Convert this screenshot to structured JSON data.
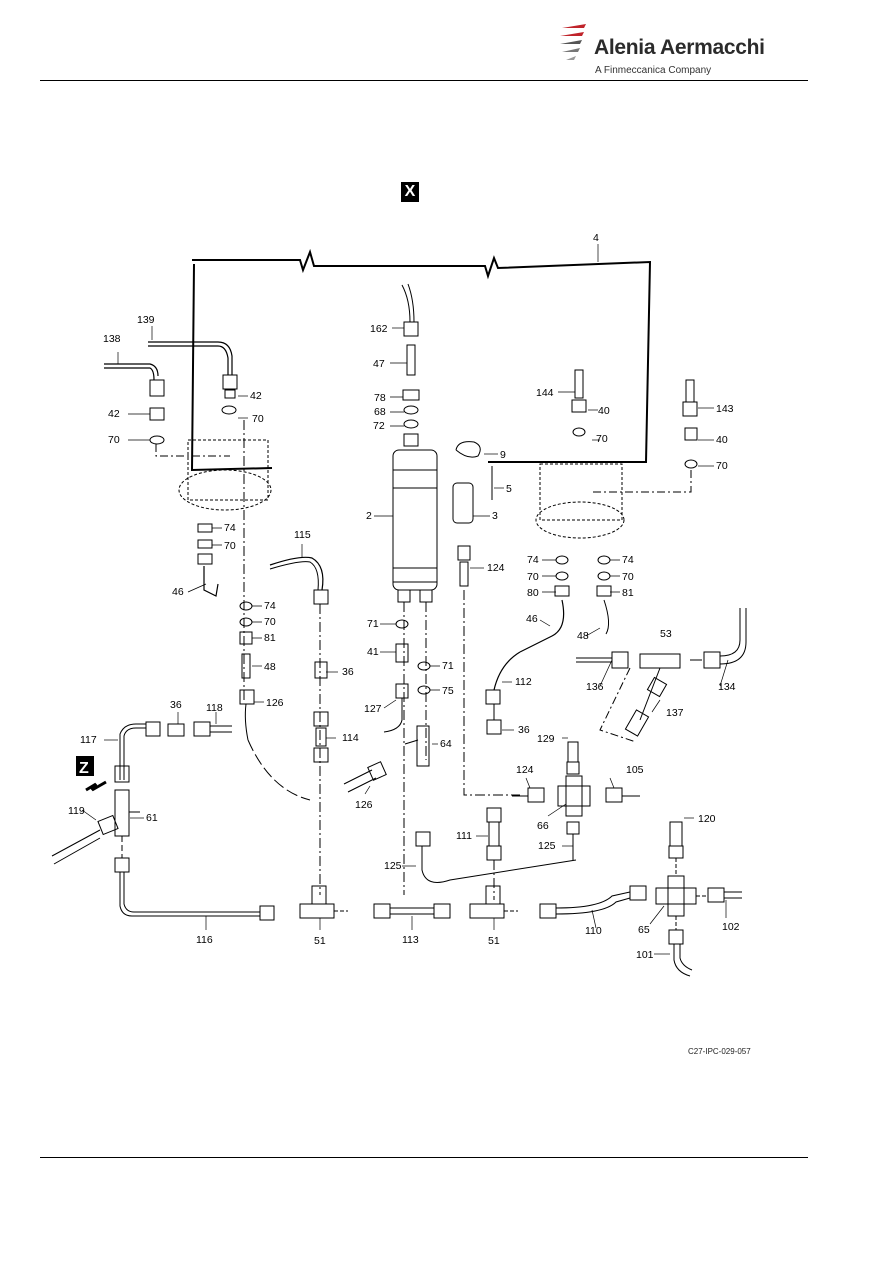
{
  "header": {
    "brand": "Alenia Aermacchi",
    "tagline": "A Finmeccanica Company"
  },
  "view_tag": "X",
  "figure_code": "C27-IPC-029-057",
  "callouts": {
    "c4": "4",
    "c139": "139",
    "c138": "138",
    "c162": "162",
    "c47": "47",
    "c42a": "42",
    "c42b": "42",
    "c70a": "70",
    "c70b": "70",
    "c78": "78",
    "c68": "68",
    "c72": "72",
    "c144": "144",
    "c40a": "40",
    "c143": "143",
    "c40b": "40",
    "c70c": "70",
    "c70d": "70",
    "c9": "9",
    "c5": "5",
    "c2": "2",
    "c3": "3",
    "c74a": "74",
    "c70e": "70",
    "c115": "115",
    "c46a": "46",
    "c124a": "124",
    "c74b": "74",
    "c70f": "70",
    "c80": "80",
    "c74c": "74",
    "c70g": "70",
    "c81a": "81",
    "c74d": "74",
    "c70h": "70",
    "c81b": "81",
    "c46b": "46",
    "c48a": "48",
    "c53": "53",
    "c71a": "71",
    "c41": "41",
    "c36a": "36",
    "c48b": "48",
    "c71b": "71",
    "c75": "75",
    "c112": "112",
    "c136": "136",
    "c134": "134",
    "c36b": "36",
    "c118": "118",
    "c126a": "126",
    "c127": "127",
    "c137": "137",
    "c117": "117",
    "c114": "114",
    "c64": "64",
    "c36c": "36",
    "c129": "129",
    "c124b": "124",
    "c105": "105",
    "c126b": "126",
    "c119": "119",
    "c61": "61",
    "c66": "66",
    "c111": "111",
    "c125a": "125",
    "c120": "120",
    "c125b": "125",
    "c116": "116",
    "c51a": "51",
    "c113": "113",
    "c51b": "51",
    "c110": "110",
    "c65": "65",
    "c102": "102",
    "c101": "101"
  },
  "arrow_tag": "Z"
}
